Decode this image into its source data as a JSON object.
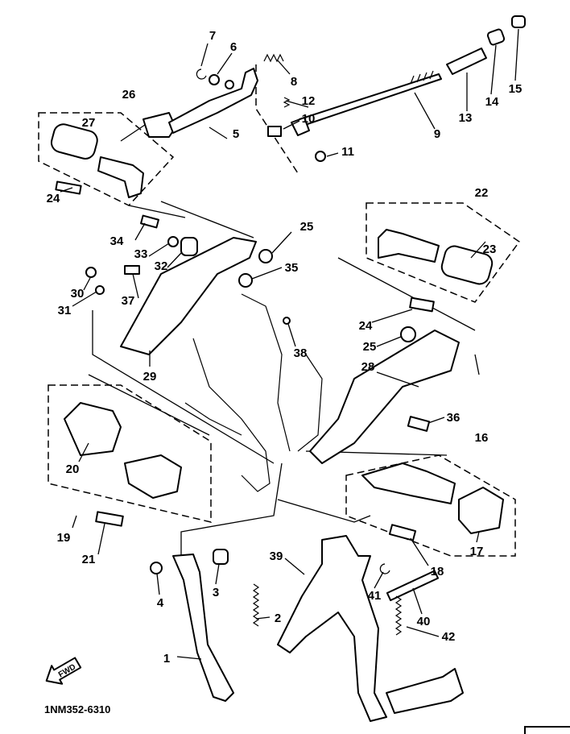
{
  "diagram": {
    "part_code": "1NM352-6310",
    "fwd_label": "FWD",
    "line_color": "#000000",
    "background": "#ffffff",
    "callouts": {
      "c7": "7",
      "c6": "6",
      "c8": "8",
      "c26": "26",
      "c27": "27",
      "c12": "12",
      "c10": "10",
      "c5": "5",
      "c9": "9",
      "c11": "11",
      "c13": "13",
      "c14": "14",
      "c15": "15",
      "c24a": "24",
      "c22": "22",
      "c34": "34",
      "c25a": "25",
      "c33": "33",
      "c32": "32",
      "c23": "23",
      "c35": "35",
      "c30": "30",
      "c37": "37",
      "c31": "31",
      "c24b": "24",
      "c38": "38",
      "c25b": "25",
      "c29": "29",
      "c28": "28",
      "c36": "36",
      "c16": "16",
      "c20": "20",
      "c19": "19",
      "c21": "21",
      "c18": "18",
      "c17": "17",
      "c39": "39",
      "c4": "4",
      "c3": "3",
      "c2": "2",
      "c41": "41",
      "c40": "40",
      "c42": "42",
      "c1": "1"
    }
  }
}
